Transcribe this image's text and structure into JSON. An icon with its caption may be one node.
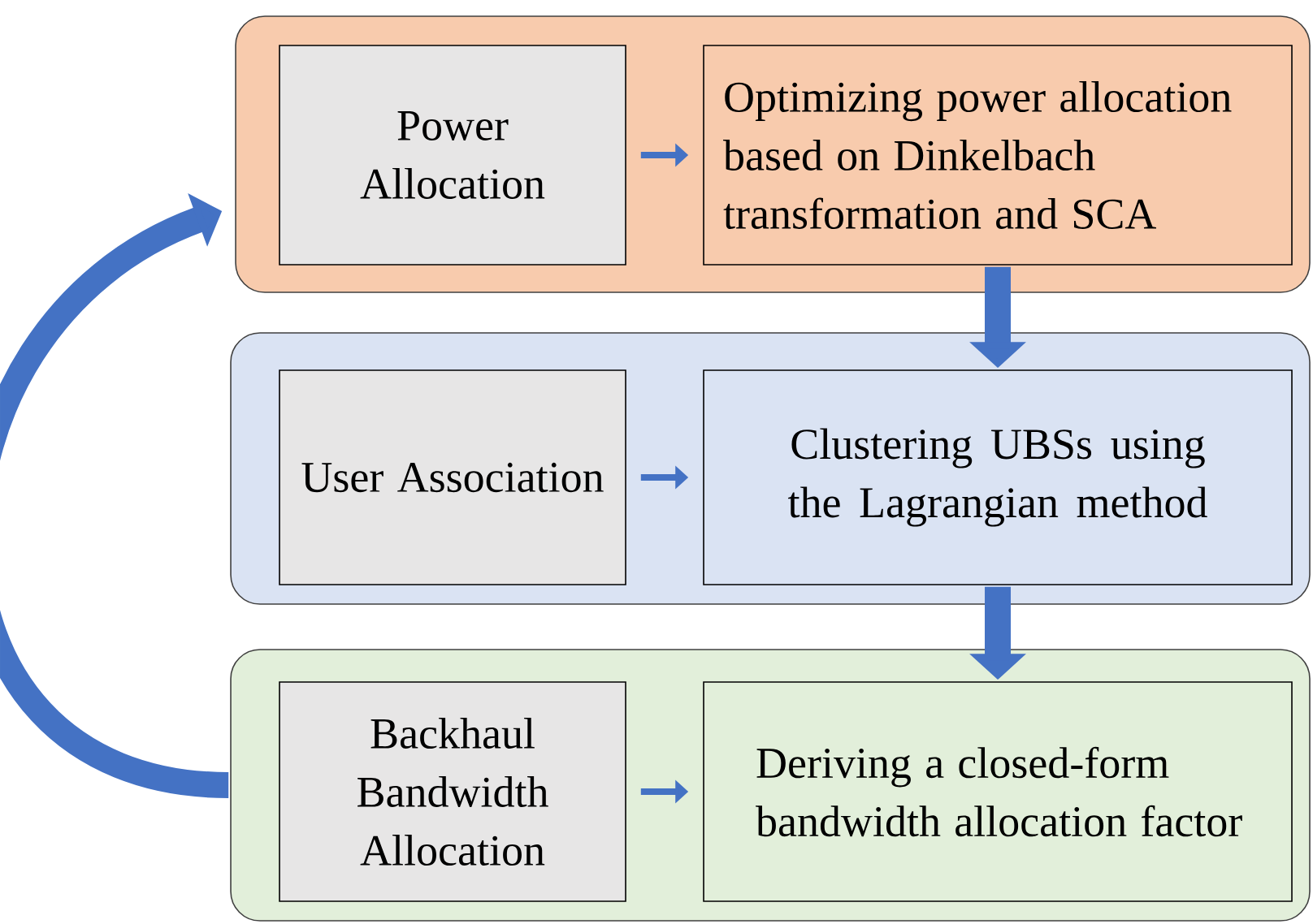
{
  "diagram": {
    "nodes": [
      {
        "text": [],
        "shape": "box"
      },
      {
        "text": [
          "Power Allocation"
        ],
        "in": 0
      },
      {
        "text": [
          "Optimizing power allocation based on Dinkelbach transformation and SCA"
        ],
        "in": 0
      },
      {
        "text": [],
        "shape": "box"
      },
      {
        "text": [
          "User Association"
        ],
        "in": 3
      },
      {
        "text": [
          "Clustering UBSs using the Lagrangian method"
        ],
        "in": 3
      },
      {
        "text": [],
        "shape": "box"
      },
      {
        "text": [
          "Backhaul Bandwidth Allocation"
        ],
        "in": 6
      },
      {
        "text": [
          "Deriving a closed-form bandwidth allocation factor"
        ],
        "in": 6
      }
    ],
    "edges": [
      {
        "from": 1,
        "to": 2,
        "arrow": "to"
      },
      {
        "from": 2,
        "to": 5,
        "arrow": "to",
        "style": "thick"
      },
      {
        "from": 4,
        "to": 5,
        "arrow": "to"
      },
      {
        "from": 5,
        "to": 8,
        "arrow": "to",
        "style": "thick"
      },
      {
        "from": 7,
        "to": 8,
        "arrow": "to"
      },
      {
        "from": 6,
        "to": 0,
        "arrow": "to",
        "style": "thick"
      }
    ]
  }
}
